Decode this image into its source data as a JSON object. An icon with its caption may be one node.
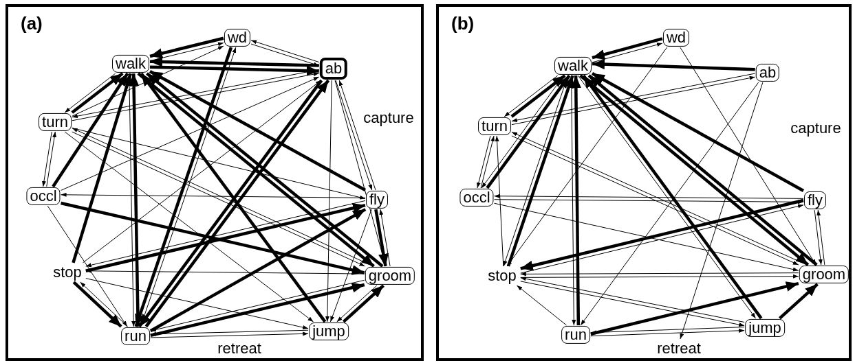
{
  "diagram": {
    "nodes": [
      {
        "text": [
          "(a)"
        ]
      },
      {
        "text": [
          "walk"
        ],
        "in": 0
      },
      {
        "text": [
          "wd"
        ],
        "in": 0
      },
      {
        "text": [
          "ab"
        ],
        "in": 0
      },
      {
        "text": [
          "turn"
        ],
        "in": 0
      },
      {
        "text": [
          "occl"
        ],
        "in": 0
      },
      {
        "text": [
          "fly"
        ],
        "in": 0
      },
      {
        "text": [
          "stop"
        ],
        "in": 0
      },
      {
        "text": [
          "groom"
        ],
        "in": 0
      },
      {
        "text": [
          "run"
        ],
        "in": 0
      },
      {
        "text": [
          "jump"
        ],
        "in": 0
      },
      {
        "text": [
          "(b)"
        ]
      },
      {
        "text": [
          "walk"
        ],
        "in": 11
      },
      {
        "text": [
          "wd"
        ],
        "in": 11
      },
      {
        "text": [
          "ab"
        ],
        "in": 11
      },
      {
        "text": [
          "turn"
        ],
        "in": 11
      },
      {
        "text": [
          "occl"
        ],
        "in": 11
      },
      {
        "text": [
          "fly"
        ],
        "in": 11
      },
      {
        "text": [
          "stop"
        ],
        "in": 11
      },
      {
        "text": [
          "groom"
        ],
        "in": 11
      },
      {
        "text": [
          "run"
        ],
        "in": 11
      },
      {
        "text": [
          "jump"
        ],
        "in": 11
      },
      {
        "text": [
          "retreat"
        ],
        "in": 11
      }
    ],
    "edges": [
      {
        "from": 2,
        "to": 1,
        "arrow": "to",
        "style": "thick"
      },
      {
        "from": 1,
        "to": 2,
        "arrow": "to"
      },
      {
        "from": 2,
        "to": 3,
        "arrow": "to"
      },
      {
        "from": 3,
        "to": 2,
        "arrow": "to"
      },
      {
        "from": 1,
        "to": 3,
        "arrow": "to",
        "style": "thick"
      },
      {
        "from": 3,
        "to": 1,
        "arrow": "to",
        "style": "thick"
      },
      {
        "from": 4,
        "to": 1,
        "arrow": "to",
        "style": "thick"
      },
      {
        "from": 1,
        "to": 4,
        "arrow": "to"
      },
      {
        "from": 5,
        "to": 1,
        "arrow": "to",
        "style": "thick"
      },
      {
        "from": 7,
        "to": 1,
        "arrow": "to",
        "style": "thick"
      },
      {
        "from": 9,
        "to": 1,
        "arrow": "to",
        "style": "thick"
      },
      {
        "from": 1,
        "to": 9,
        "arrow": "to"
      },
      {
        "from": 10,
        "to": 1,
        "arrow": "to",
        "style": "thick"
      },
      {
        "from": 8,
        "to": 1,
        "arrow": "to",
        "style": "thick"
      },
      {
        "from": 1,
        "to": 8,
        "arrow": "to",
        "style": "thick"
      },
      {
        "from": 6,
        "to": 1,
        "arrow": "to",
        "style": "thick"
      },
      {
        "from": 9,
        "to": 3,
        "arrow": "to",
        "style": "thick"
      },
      {
        "from": 3,
        "to": 9,
        "arrow": "to",
        "style": "thick"
      },
      {
        "from": 2,
        "to": 9,
        "arrow": "to",
        "style": "thick"
      },
      {
        "from": 9,
        "to": 2,
        "arrow": "to"
      },
      {
        "from": 4,
        "to": 3,
        "arrow": "to"
      },
      {
        "from": 3,
        "to": 4,
        "arrow": "to"
      },
      {
        "from": 5,
        "to": 3,
        "arrow": "to"
      },
      {
        "from": 7,
        "to": 3,
        "arrow": "to"
      },
      {
        "from": 4,
        "to": 2,
        "arrow": "to"
      },
      {
        "from": 3,
        "to": 6,
        "arrow": "to"
      },
      {
        "from": 6,
        "to": 3,
        "arrow": "to"
      },
      {
        "from": 3,
        "to": 10,
        "arrow": "to"
      },
      {
        "from": 3,
        "to": 8,
        "arrow": "to"
      },
      {
        "from": 4,
        "to": 5,
        "arrow": "to"
      },
      {
        "from": 5,
        "to": 4,
        "arrow": "to"
      },
      {
        "from": 4,
        "to": 6,
        "arrow": "to"
      },
      {
        "from": 4,
        "to": 8,
        "arrow": "to"
      },
      {
        "from": 5,
        "to": 8,
        "arrow": "to",
        "style": "thick"
      },
      {
        "from": 7,
        "to": 6,
        "arrow": "to",
        "style": "thick"
      },
      {
        "from": 6,
        "to": 7,
        "arrow": "to"
      },
      {
        "from": 7,
        "to": 9,
        "arrow": "to",
        "style": "thick"
      },
      {
        "from": 9,
        "to": 7,
        "arrow": "to"
      },
      {
        "from": 7,
        "to": 10,
        "arrow": "to"
      },
      {
        "from": 8,
        "to": 7,
        "arrow": "to"
      },
      {
        "from": 9,
        "to": 6,
        "arrow": "to",
        "style": "thick"
      },
      {
        "from": 9,
        "to": 8,
        "arrow": "to",
        "style": "thick"
      },
      {
        "from": 8,
        "to": 9,
        "arrow": "to"
      },
      {
        "from": 9,
        "to": 10,
        "arrow": "to"
      },
      {
        "from": 10,
        "to": 9,
        "arrow": "to"
      },
      {
        "from": 10,
        "to": 8,
        "arrow": "to",
        "style": "thick"
      },
      {
        "from": 8,
        "to": 10,
        "arrow": "to"
      },
      {
        "from": 6,
        "to": 8,
        "arrow": "to",
        "style": "thick"
      },
      {
        "from": 8,
        "to": 6,
        "arrow": "to"
      },
      {
        "from": 6,
        "to": 10,
        "arrow": "to"
      },
      {
        "from": 5,
        "to": 9,
        "arrow": "to"
      },
      {
        "from": 4,
        "to": 10,
        "arrow": "to"
      },
      {
        "from": 6,
        "to": 5,
        "arrow": "to"
      },
      {
        "from": 8,
        "to": 4,
        "arrow": "to"
      },
      {
        "from": 13,
        "to": 12,
        "arrow": "to",
        "style": "thick"
      },
      {
        "from": 12,
        "to": 13,
        "arrow": "to"
      },
      {
        "from": 14,
        "to": 12,
        "arrow": "to",
        "style": "thick"
      },
      {
        "from": 15,
        "to": 12,
        "arrow": "to",
        "style": "thick"
      },
      {
        "from": 12,
        "to": 15,
        "arrow": "to"
      },
      {
        "from": 16,
        "to": 12,
        "arrow": "to",
        "style": "thick"
      },
      {
        "from": 12,
        "to": 16,
        "arrow": "to"
      },
      {
        "from": 18,
        "to": 12,
        "arrow": "to",
        "style": "thick"
      },
      {
        "from": 12,
        "to": 18,
        "arrow": "to"
      },
      {
        "from": 20,
        "to": 12,
        "arrow": "to",
        "style": "thick"
      },
      {
        "from": 12,
        "to": 20,
        "arrow": "to"
      },
      {
        "from": 21,
        "to": 12,
        "arrow": "to",
        "style": "thick"
      },
      {
        "from": 12,
        "to": 21,
        "arrow": "to"
      },
      {
        "from": 19,
        "to": 12,
        "arrow": "to",
        "style": "thick"
      },
      {
        "from": 12,
        "to": 19,
        "arrow": "to",
        "style": "thick"
      },
      {
        "from": 17,
        "to": 12,
        "arrow": "to",
        "style": "thick"
      },
      {
        "from": 15,
        "to": 14,
        "arrow": "to"
      },
      {
        "from": 14,
        "to": 15,
        "arrow": "to"
      },
      {
        "from": 13,
        "to": 18,
        "arrow": "to"
      },
      {
        "from": 13,
        "to": 19,
        "arrow": "to"
      },
      {
        "from": 14,
        "to": 20,
        "arrow": "to"
      },
      {
        "from": 14,
        "to": 22,
        "arrow": "to"
      },
      {
        "from": 15,
        "to": 16,
        "arrow": "to"
      },
      {
        "from": 16,
        "to": 15,
        "arrow": "to"
      },
      {
        "from": 18,
        "to": 15,
        "arrow": "to"
      },
      {
        "from": 15,
        "to": 19,
        "arrow": "to"
      },
      {
        "from": 16,
        "to": 17,
        "arrow": "to"
      },
      {
        "from": 17,
        "to": 16,
        "arrow": "to"
      },
      {
        "from": 16,
        "to": 19,
        "arrow": "to"
      },
      {
        "from": 17,
        "to": 18,
        "arrow": "to",
        "style": "thick"
      },
      {
        "from": 18,
        "to": 17,
        "arrow": "to"
      },
      {
        "from": 17,
        "to": 19,
        "arrow": "to"
      },
      {
        "from": 19,
        "to": 17,
        "arrow": "to"
      },
      {
        "from": 19,
        "to": 18,
        "arrow": "to"
      },
      {
        "from": 18,
        "to": 19,
        "arrow": "to"
      },
      {
        "from": 18,
        "to": 21,
        "arrow": "to"
      },
      {
        "from": 21,
        "to": 18,
        "arrow": "to"
      },
      {
        "from": 20,
        "to": 18,
        "arrow": "to"
      },
      {
        "from": 20,
        "to": 19,
        "arrow": "to",
        "style": "thick"
      },
      {
        "from": 20,
        "to": 21,
        "arrow": "to"
      },
      {
        "from": 21,
        "to": 20,
        "arrow": "to"
      },
      {
        "from": 21,
        "to": 19,
        "arrow": "to",
        "style": "thick"
      },
      {
        "from": 19,
        "to": 15,
        "arrow": "to"
      }
    ],
    "labels": [
      "capture",
      "retreat",
      "capture"
    ]
  }
}
